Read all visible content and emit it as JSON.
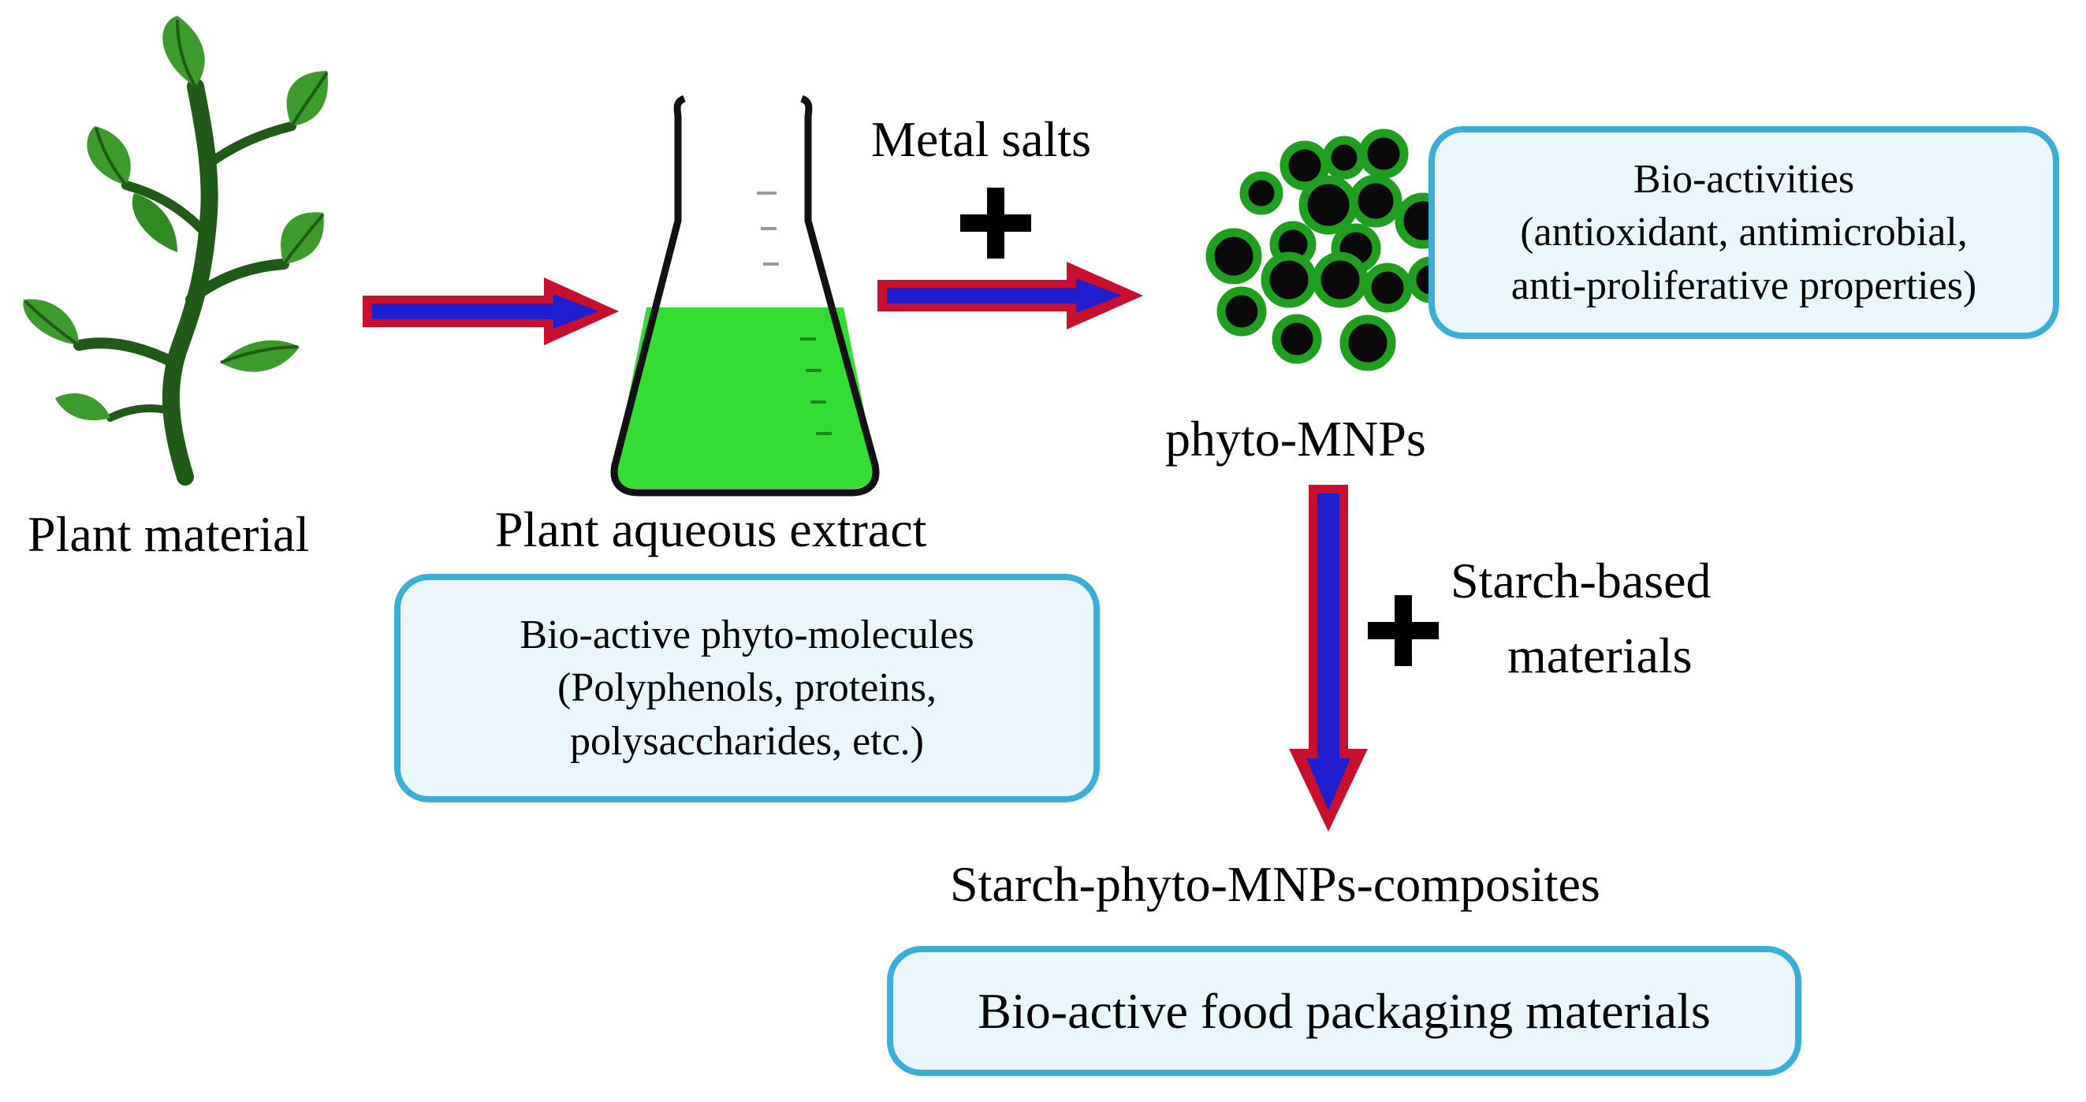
{
  "labels": {
    "plant_material": "Plant material",
    "plant_extract": "Plant aqueous extract",
    "metal_salts": "Metal salts",
    "phyto_mnps": "phyto-MNPs",
    "starch_based": [
      "Starch-based",
      "materials"
    ],
    "composites": "Starch-phyto-MNPs-composites"
  },
  "boxes": {
    "phyto_molecules": [
      "Bio-active phyto-molecules",
      "(Polyphenols, proteins,",
      "polysaccharides, etc.)"
    ],
    "bio_activities": [
      "Bio-activities",
      "(antioxidant, antimicrobial,",
      "anti-proliferative properties)"
    ],
    "packaging": "Bio-active food packaging materials"
  },
  "colors": {
    "arrow_fill": "#1f1fd0",
    "arrow_border": "#c8102e",
    "box_border": "#3aaed8",
    "box_fill": "#eaf6fb",
    "liquid": "#33dd33",
    "leaf": "#3d9a2c",
    "stem": "#1f5a16",
    "particle_shell": "#1f9e1f",
    "particle_core": "#0a0a0a"
  }
}
